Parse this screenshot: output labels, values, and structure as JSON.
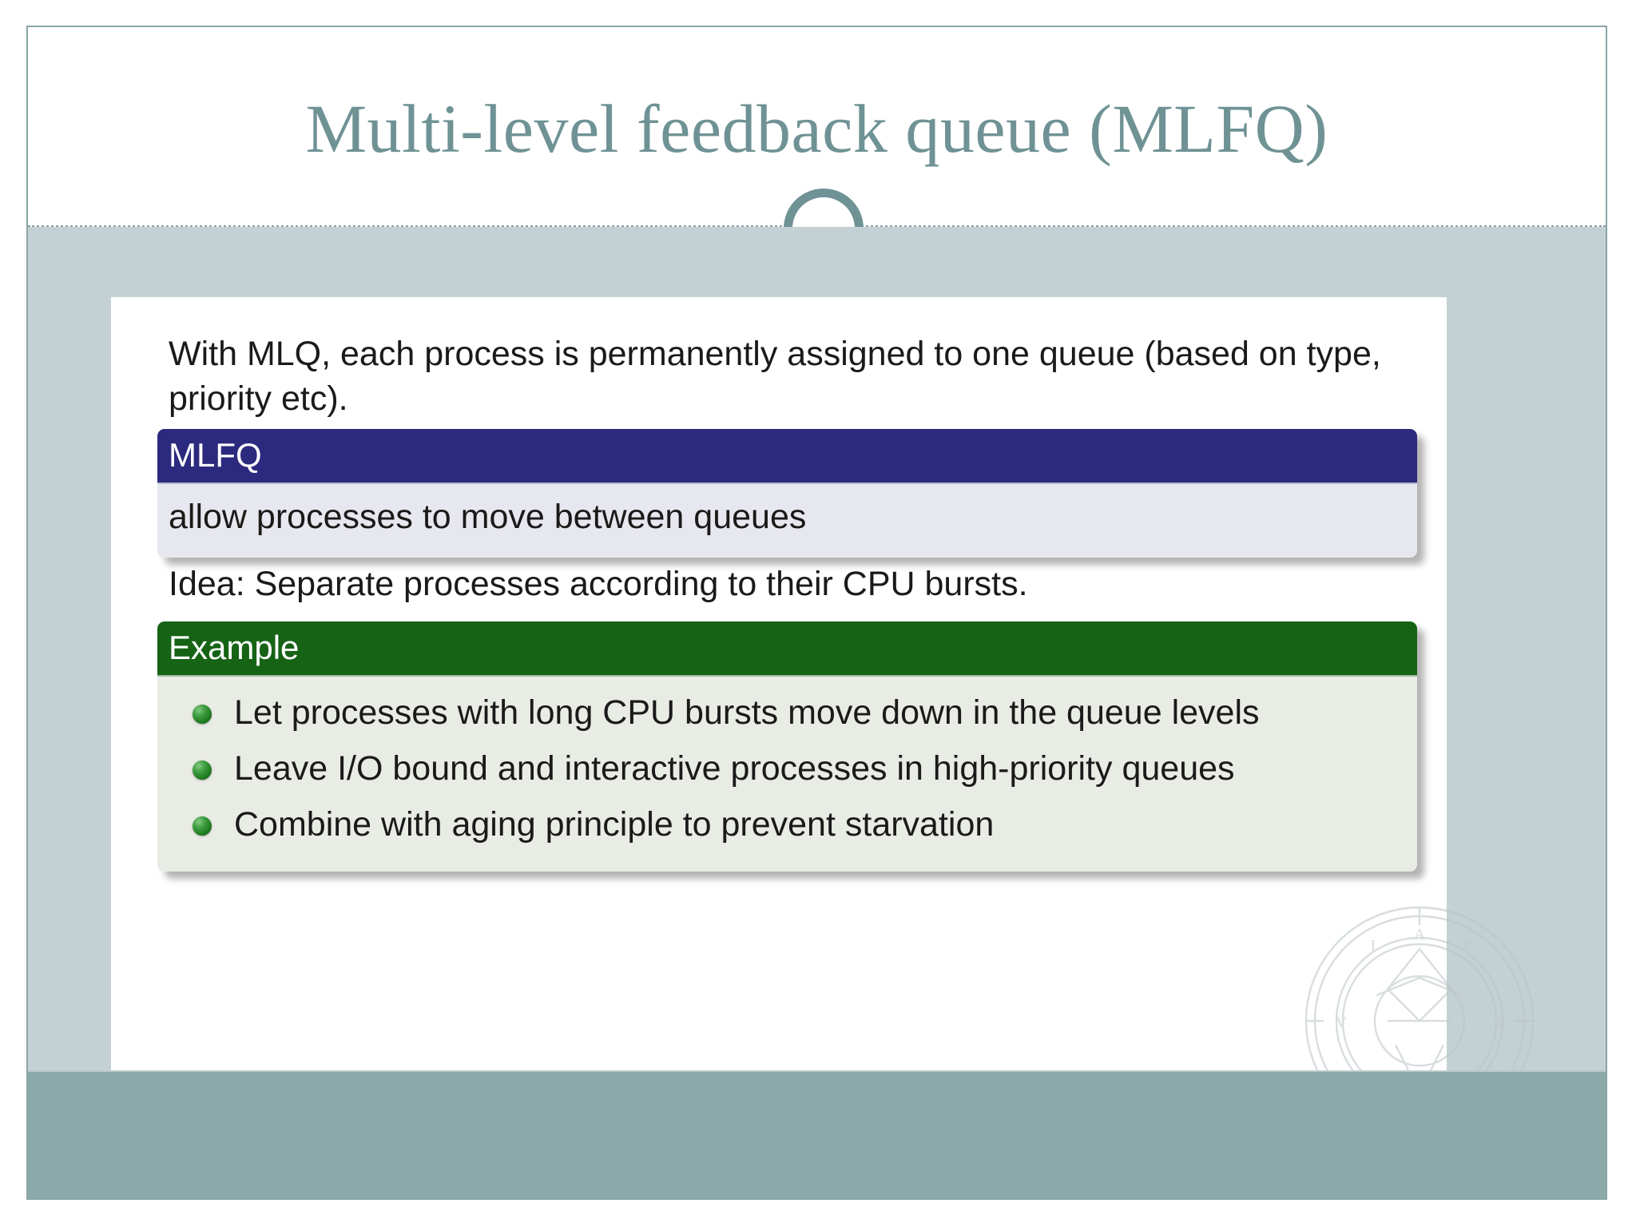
{
  "slide": {
    "title": "Multi-level feedback queue (MLFQ)",
    "theme": {
      "title_color": "#6f9295",
      "body_background": "#c4d1d4",
      "panel_background": "#ffffff",
      "footer_color": "#8ba9a8",
      "border_color": "#8aa6a5"
    },
    "decoration": {
      "circle_icon": "circle-outline-icon",
      "divider": "dotted-divider",
      "watermark": "university-seal-watermark"
    }
  },
  "content": {
    "intro_paragraph": "With MLQ, each process is permanently assigned to one queue (based on type, priority etc).",
    "idea_paragraph": "Idea: Separate processes according to their CPU bursts.",
    "definition_box": {
      "title": "MLFQ",
      "body": "allow processes to move between queues",
      "header_color": "#2b2a7e",
      "body_color": "#e7e7ef"
    },
    "example_box": {
      "title": "Example",
      "header_color": "#166316",
      "body_color": "#e8ece4",
      "bullet_icon": "green-sphere-bullet-icon",
      "bullets": [
        "Let processes with long CPU bursts move down in the queue levels",
        "Leave I/O bound and interactive processes in high-priority queues",
        "Combine with aging principle to prevent starvation"
      ]
    }
  }
}
